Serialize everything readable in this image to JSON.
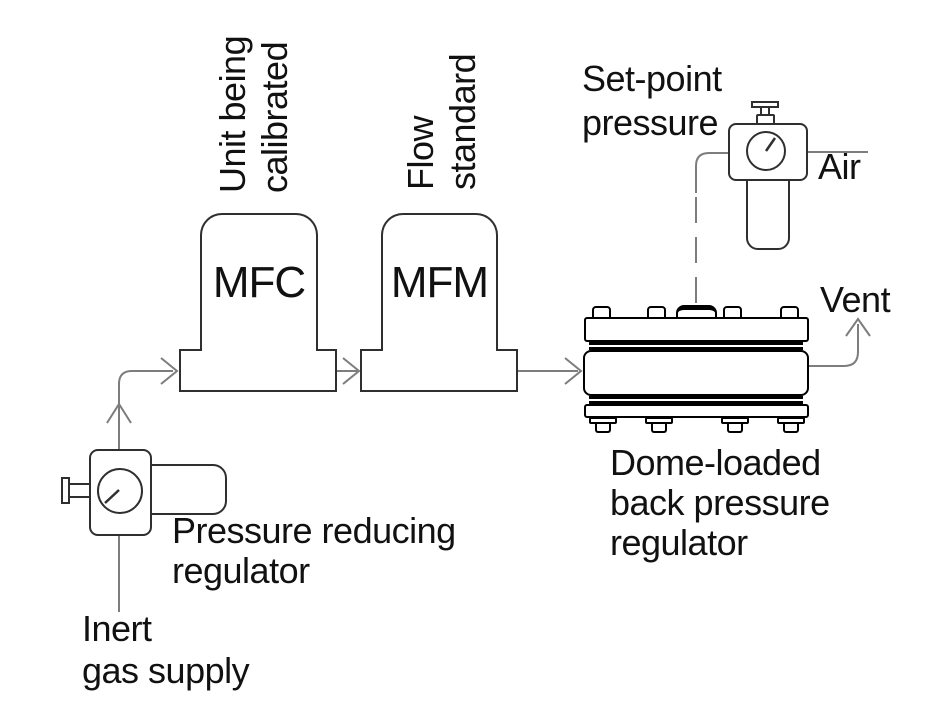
{
  "labels": {
    "unit_being_calibrated": "Unit being\ncalibrated",
    "mfc": "MFC",
    "flow_standard": "Flow\nstandard",
    "mfm": "MFM",
    "set_point_pressure": "Set-point\npressure",
    "air": "Air",
    "vent": "Vent",
    "dome_loaded_regulator": "Dome-loaded\nback pressure\nregulator",
    "pressure_reducing_regulator": "Pressure reducing\nregulator",
    "inert_gas_supply": "Inert\ngas supply"
  },
  "colors": {
    "background": "#ffffff",
    "pipe_line": "#7d7d7d",
    "device_outline": "#2f2f2f",
    "dome_outline": "#000000",
    "text": "#111111"
  }
}
